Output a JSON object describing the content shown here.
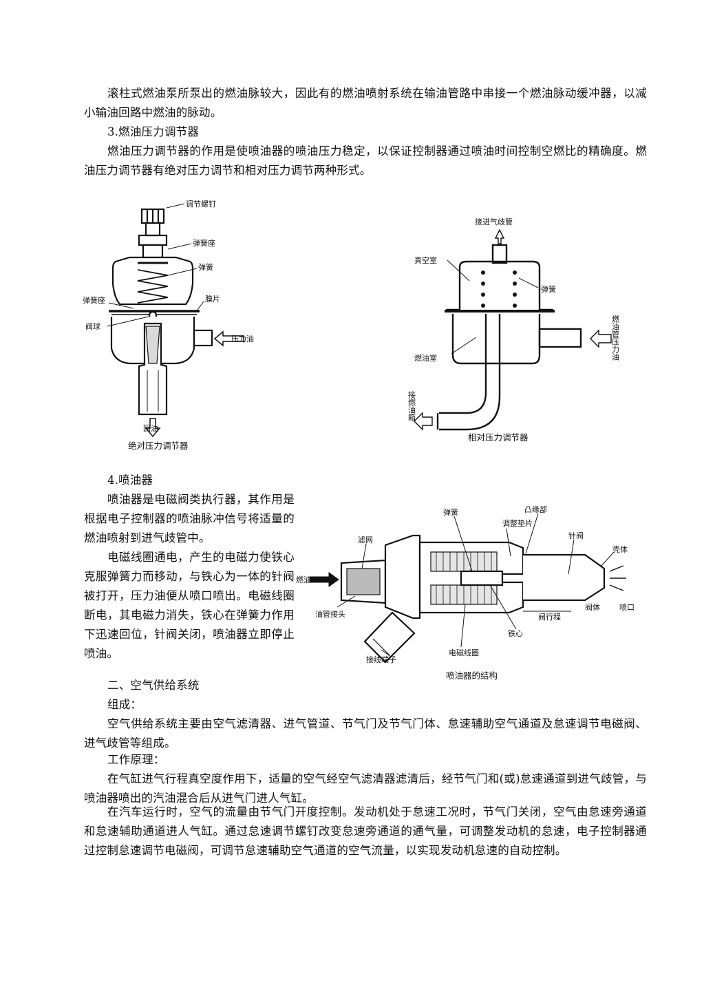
{
  "paragraphs": {
    "p1": "滚柱式燃油泵所泵出的燃油脉较大，因此有的燃油喷射系统在输油管路中串接一个燃油脉动缓冲器，以减小输油回路中燃油的脉动。",
    "h3": "3.燃油压力调节器",
    "p2": "燃油压力调节器的作用是使喷油器的喷油压力稳定，以保证控制器通过喷油时间控制空燃比的精确度。燃油压力调节器有绝对压力调节和相对压力调节两种形式。",
    "h4": "4.喷油器",
    "p3": "喷油器是电磁阀类执行器，其作用是根据电子控制器的喷油脉冲信号将适量的燃油喷射到进气歧管中。",
    "p4": "电磁线圈通电，产生的电磁力使铁心克服弹簧力而移动，与铁心为一体的针阀被打开，压力油便从喷口喷出。电磁线圈断电，其电磁力消失，铁心在弹簧力作用下迅速回位，针阀关闭，喷油器立即停止喷油。",
    "section2": "二、空气供给系统",
    "comp_label": "组成：",
    "p5": "空气供给系统主要由空气滤清器、进气管道、节气门及节气门体、怠速辅助空气通道及怠速调节电磁阀、进气歧管等组成。",
    "principle_label": "工作原理：",
    "p6": "在气缸进气行程真空度作用下，适量的空气经空气滤清器滤清后，经节气门和(或)怠速通道到进气歧管，与喷油器喷出的汽油混合后从进气门进人气缸。",
    "p7": "在汽车运行时，空气的流量由节气门开度控制。发动机处于怠速工况时，节气门关闭，空气由怠速旁通道和怠速辅助通道进人气缸。通过怠速调节螺钉改变怠速旁通道的通气量，可调整发动机的怠速，电子控制器通过控制怠速调节电磁阀，可调节怠速辅助空气通道的空气流量，以实现发动机怠速的自动控制。"
  },
  "figures": {
    "absolute": {
      "caption": "绝对压力调节器",
      "labels": {
        "screw": "调节螺钉",
        "spring_seat_top": "弹簧座",
        "spring": "弹簧",
        "spring_seat_left": "弹簧座",
        "diaphragm": "膜片",
        "valve_ball": "阀球",
        "pressure_oil": "压力油",
        "return_oil": "回油"
      }
    },
    "relative": {
      "caption": "相对压力调节器",
      "labels": {
        "to_manifold": "接进气歧管",
        "vacuum_chamber": "真空室",
        "spring": "弹簧",
        "fuel_chamber": "燃油室",
        "fuel_rail_oil": "燃油管压力油",
        "to_tank": "接燃油箱"
      }
    },
    "injector": {
      "caption": "喷油器的结构",
      "labels": {
        "spring": "弹簧",
        "flange": "凸缘部",
        "shim": "调整垫片",
        "filter": "滤网",
        "needle": "针阀",
        "housing": "壳体",
        "fuel_in": "燃油",
        "inlet": "油管接头",
        "stroke": "阀行程",
        "valve_body": "阀体",
        "nozzle": "喷口",
        "core": "铁心",
        "terminal": "接线端子",
        "coil": "电磁线圈"
      }
    }
  }
}
